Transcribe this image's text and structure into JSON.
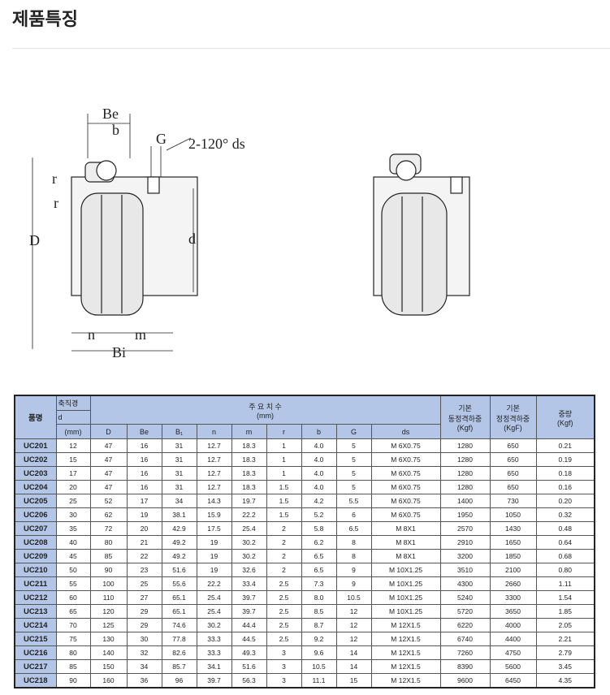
{
  "title": "제품특징",
  "drawing": {
    "labels": {
      "Be": "Be",
      "b": "b",
      "G": "G",
      "ds": "2-120° ds",
      "r1": "r",
      "r2": "r",
      "D": "D",
      "d": "d",
      "n": "n",
      "m": "m",
      "Bi": "Bi"
    }
  },
  "table": {
    "header": {
      "name": "품명",
      "shaft": "축직경",
      "d": "d",
      "d_unit": "(mm)",
      "main": "주 요 치 수",
      "main_unit": "(mm)",
      "cols": [
        "D",
        "Be",
        "B₁",
        "n",
        "m",
        "r",
        "b",
        "G",
        "ds"
      ],
      "dyn": [
        "기본",
        "동정격하중",
        "(Kgf)"
      ],
      "stat": [
        "기본",
        "정정격하중",
        "(KgF)"
      ],
      "weight": [
        "중량",
        "(Kgf)"
      ]
    },
    "rows": [
      [
        "UC201",
        "12",
        "47",
        "16",
        "31",
        "12.7",
        "18.3",
        "1",
        "4.0",
        "5",
        "M 6X0.75",
        "1280",
        "650",
        "0.21"
      ],
      [
        "UC202",
        "15",
        "47",
        "16",
        "31",
        "12.7",
        "18.3",
        "1",
        "4.0",
        "5",
        "M 6X0.75",
        "1280",
        "650",
        "0.19"
      ],
      [
        "UC203",
        "17",
        "47",
        "16",
        "31",
        "12.7",
        "18.3",
        "1",
        "4.0",
        "5",
        "M 6X0.75",
        "1280",
        "650",
        "0.18"
      ],
      [
        "UC204",
        "20",
        "47",
        "16",
        "31",
        "12.7",
        "18.3",
        "1.5",
        "4.0",
        "5",
        "M 6X0.75",
        "1280",
        "650",
        "0.16"
      ],
      [
        "UC205",
        "25",
        "52",
        "17",
        "34",
        "14.3",
        "19.7",
        "1.5",
        "4.2",
        "5.5",
        "M 6X0.75",
        "1400",
        "730",
        "0.20"
      ],
      [
        "UC206",
        "30",
        "62",
        "19",
        "38.1",
        "15.9",
        "22.2",
        "1.5",
        "5.2",
        "6",
        "M 6X0.75",
        "1950",
        "1050",
        "0.32"
      ],
      [
        "UC207",
        "35",
        "72",
        "20",
        "42.9",
        "17.5",
        "25.4",
        "2",
        "5.8",
        "6.5",
        "M 8X1",
        "2570",
        "1430",
        "0.48"
      ],
      [
        "UC208",
        "40",
        "80",
        "21",
        "49.2",
        "19",
        "30.2",
        "2",
        "6.2",
        "8",
        "M 8X1",
        "2910",
        "1650",
        "0.64"
      ],
      [
        "UC209",
        "45",
        "85",
        "22",
        "49.2",
        "19",
        "30.2",
        "2",
        "6.5",
        "8",
        "M 8X1",
        "3200",
        "1850",
        "0.68"
      ],
      [
        "UC210",
        "50",
        "90",
        "23",
        "51.6",
        "19",
        "32.6",
        "2",
        "6.5",
        "9",
        "M 10X1.25",
        "3510",
        "2100",
        "0.80"
      ],
      [
        "UC211",
        "55",
        "100",
        "25",
        "55.6",
        "22.2",
        "33.4",
        "2.5",
        "7.3",
        "9",
        "M 10X1.25",
        "4300",
        "2660",
        "1.11"
      ],
      [
        "UC212",
        "60",
        "110",
        "27",
        "65.1",
        "25.4",
        "39.7",
        "2.5",
        "8.0",
        "10.5",
        "M 10X1.25",
        "5240",
        "3300",
        "1.54"
      ],
      [
        "UC213",
        "65",
        "120",
        "29",
        "65.1",
        "25.4",
        "39.7",
        "2.5",
        "8.5",
        "12",
        "M 10X1.25",
        "5720",
        "3650",
        "1.85"
      ],
      [
        "UC214",
        "70",
        "125",
        "29",
        "74.6",
        "30.2",
        "44.4",
        "2.5",
        "8.7",
        "12",
        "M 12X1.5",
        "6220",
        "4000",
        "2.05"
      ],
      [
        "UC215",
        "75",
        "130",
        "30",
        "77.8",
        "33.3",
        "44.5",
        "2.5",
        "9.2",
        "12",
        "M 12X1.5",
        "6740",
        "4400",
        "2.21"
      ],
      [
        "UC216",
        "80",
        "140",
        "32",
        "82.6",
        "33.3",
        "49.3",
        "3",
        "9.6",
        "14",
        "M 12X1.5",
        "7260",
        "4750",
        "2.79"
      ],
      [
        "UC217",
        "85",
        "150",
        "34",
        "85.7",
        "34.1",
        "51.6",
        "3",
        "10.5",
        "14",
        "M 12X1.5",
        "8390",
        "5600",
        "3.45"
      ],
      [
        "UC218",
        "90",
        "160",
        "36",
        "96",
        "39.7",
        "56.3",
        "3",
        "11.1",
        "15",
        "M 12X1.5",
        "9600",
        "6450",
        "4.35"
      ]
    ]
  }
}
